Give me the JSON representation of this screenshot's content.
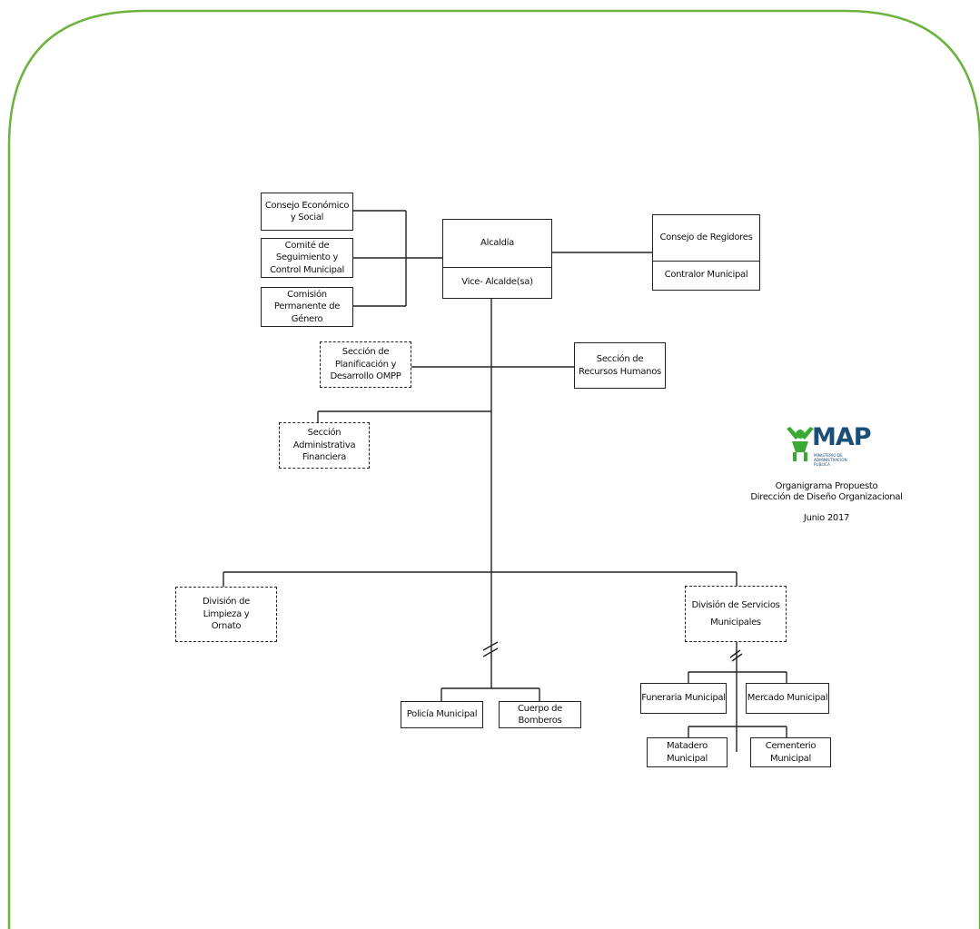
{
  "colors": {
    "frame": "#6db33f",
    "lines": "#222222",
    "brand": "#1b4f7a",
    "brand_green": "#3aaa35"
  },
  "boxes": {
    "alcaldia": "Alcaldía",
    "vice_alcalde": "Vice- Alcalde(sa)",
    "consejo_economico": [
      "Consejo Económico",
      "y Social"
    ],
    "comite": [
      "Comité de",
      "Seguimiento y",
      "Control Municipal"
    ],
    "comision": [
      "Comisión",
      "Permanente de",
      "Género"
    ],
    "consejo_regidores": "Consejo de Regidores",
    "contralor": "Contralor Municipal",
    "planificacion": [
      "Sección de",
      "Planificación y",
      "Desarrollo OMPP"
    ],
    "recursos_humanos": [
      "Sección de",
      "Recursos Humanos"
    ],
    "administrativa": [
      "Sección",
      "Administrativa",
      "Financiera"
    ],
    "limpieza": [
      "División de",
      "Limpieza y",
      "Ornato"
    ],
    "servicios": [
      "División de Servicios",
      "Municipales"
    ],
    "policia": "Policía Municipal",
    "bomberos": [
      "Cuerpo de",
      "Bomberos"
    ],
    "funeraria": "Funeraria Municipal",
    "mercado": "Mercado Municipal",
    "matadero": [
      "Matadero",
      "Municipal"
    ],
    "cementerio": [
      "Cementerio",
      "Municipal"
    ]
  },
  "logo": {
    "name": "MAP",
    "subtitle": [
      "MINISTERIO DE",
      "ADMINISTRACIÓN",
      "PÚBLICA"
    ]
  },
  "caption": {
    "line1": "Organigrama Propuesto",
    "line2": "Dirección de Diseño Organizacional",
    "date": "Junio 2017"
  }
}
